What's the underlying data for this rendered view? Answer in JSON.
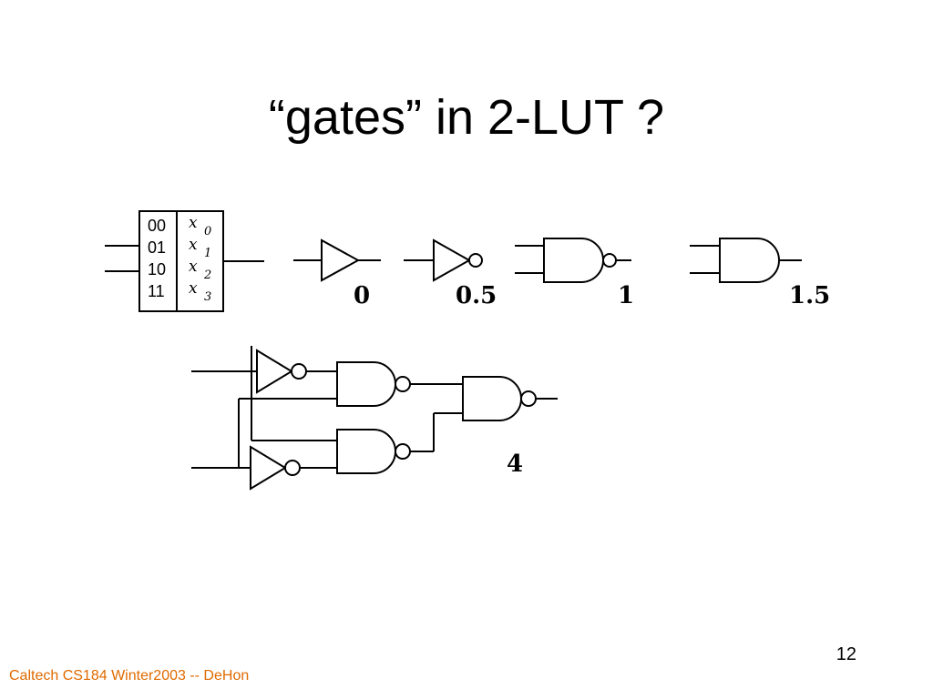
{
  "slide": {
    "title": "“gates” in 2-LUT ?",
    "number": "12",
    "footer": "Caltech CS184 Winter2003 -- DeHon"
  },
  "lut": {
    "addresses": [
      "00",
      "01",
      "10",
      "11"
    ],
    "outputs": [
      {
        "var": "x",
        "sub": "0"
      },
      {
        "var": "x",
        "sub": "1"
      },
      {
        "var": "x",
        "sub": "2"
      },
      {
        "var": "x",
        "sub": "3"
      }
    ]
  },
  "gate_costs": {
    "buffer": "0",
    "inverter": "0.5",
    "nand": "1",
    "and": "1.5",
    "xor_circuit": "4"
  }
}
